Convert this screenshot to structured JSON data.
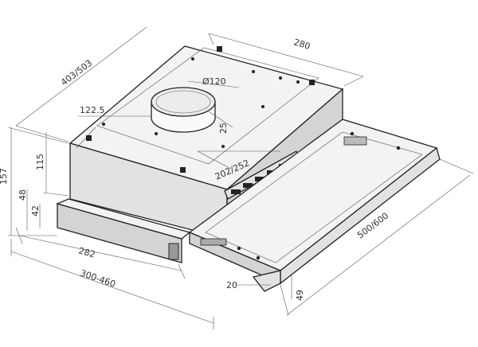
{
  "dimensions": {
    "width_top": "280",
    "depth": "403/503",
    "duct_diameter": "Ø120",
    "duct_offset_x": "122.5",
    "duct_offset_y": "25",
    "body_depth": "202/252",
    "height_total": "157",
    "height_body": "115",
    "height_front_lower": "48",
    "height_front_panel": "42",
    "front_width": "282",
    "overall_width": "300-460",
    "rail_length": "500/600",
    "rail_end": "20",
    "rail_height": "49"
  }
}
